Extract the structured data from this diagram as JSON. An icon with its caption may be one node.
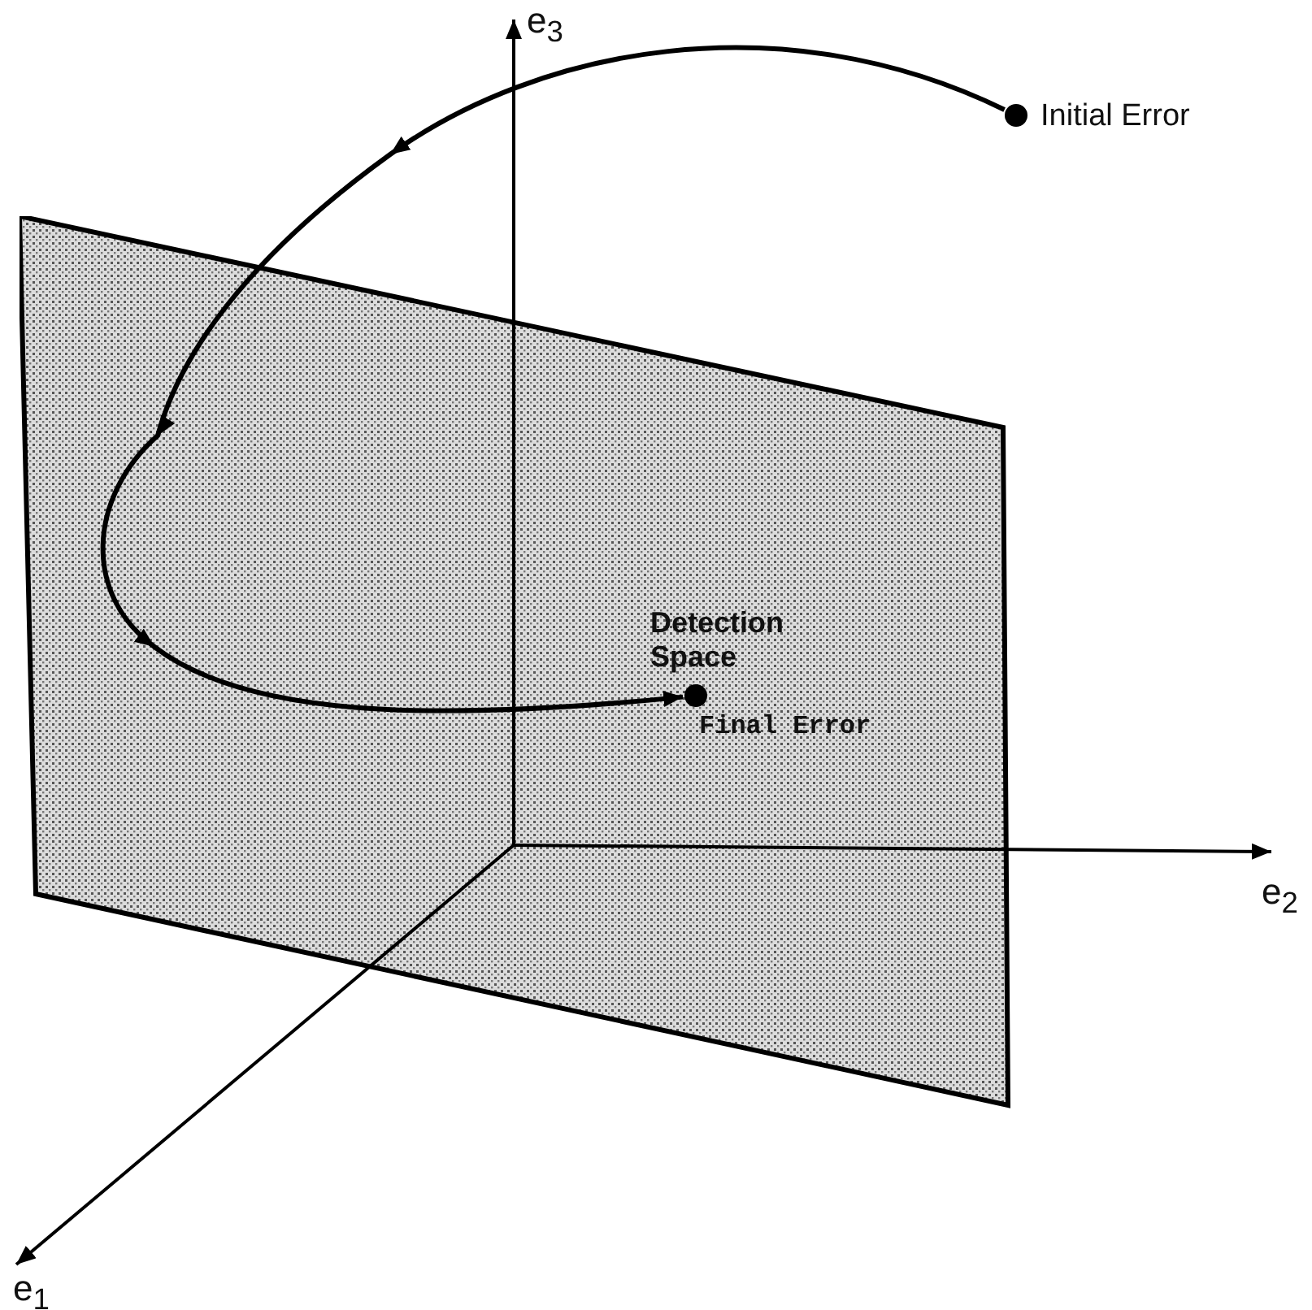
{
  "diagram": {
    "nodes": [
      {
        "text": [
          "Detection Space"
        ]
      },
      {
        "text": [],
        "shape": "circle",
        "beside": [
          "Initial Error"
        ]
      },
      {
        "text": [],
        "shape": "circle",
        "beside": [
          "Final Error"
        ],
        "in": 0
      }
    ],
    "edges": [
      {
        "from": 1,
        "to": 2,
        "arrow": "to"
      }
    ],
    "labels": [
      "e$_{3}$",
      "e$_{2}$",
      "e$_{1}$"
    ]
  }
}
